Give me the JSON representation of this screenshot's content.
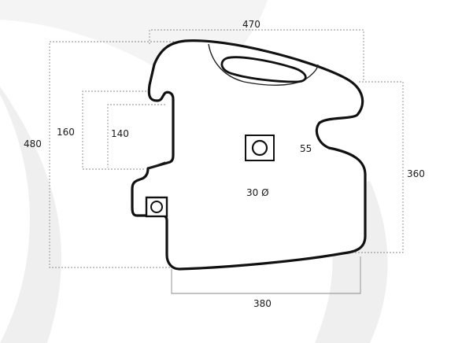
{
  "colors": {
    "background": "#ffffff",
    "watermark": "#efefef",
    "outline": "#111111",
    "dimension_line": "#8a8a8a",
    "text": "#1a1a1a"
  },
  "dimensions": {
    "top_width": "470",
    "left_height": "480",
    "outer_slot_height": "160",
    "inner_slot_height": "140",
    "right_height": "360",
    "bottom_width": "380",
    "center_block": "55",
    "center_hole": "30 Ø"
  }
}
